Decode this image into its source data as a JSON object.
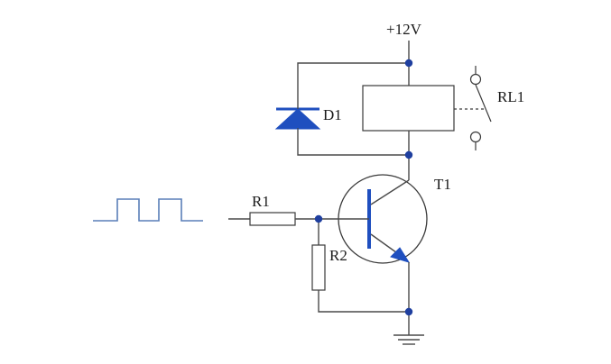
{
  "labels": {
    "supply": "+12V",
    "diode": "D1",
    "relay": "RL1",
    "transistor": "T1",
    "base_resistor": "R1",
    "pulldown_resistor": "R2"
  },
  "colors": {
    "wire": "#4a4a4a",
    "component_fill": "#1f4fbf",
    "junction": "#1f3f9f",
    "pulse_signal": "#5a7fb8"
  },
  "icons": [
    "square-wave-icon",
    "diode-icon",
    "relay-coil-icon",
    "relay-contact-icon",
    "npn-transistor-icon",
    "resistor-icon",
    "ground-icon"
  ]
}
